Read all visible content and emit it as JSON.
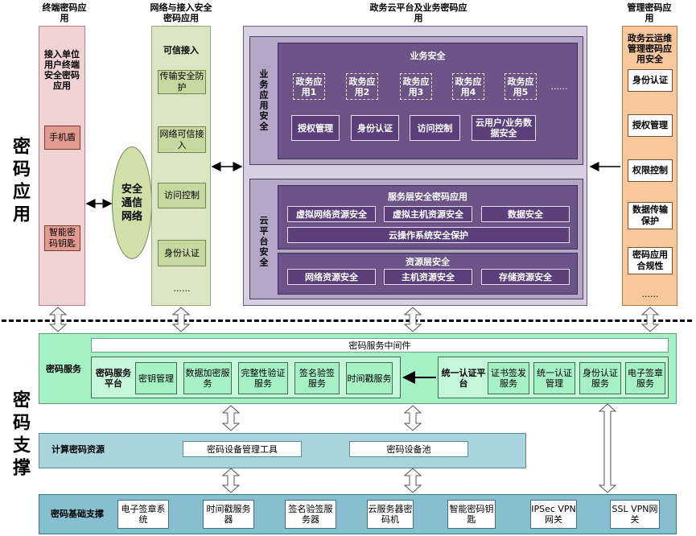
{
  "side_labels": {
    "upper": "密码应用",
    "lower": "密码支撑"
  },
  "col_titles": {
    "terminal": "终端密码应用",
    "network": "网络与接入安全密码应用",
    "gov": "政务云平台及业务密码应用",
    "mgmt": "管理密码应用"
  },
  "terminal": {
    "heading": "接入单位用户终端安全密码应用",
    "items": [
      "手机盾",
      "智能密码钥匙"
    ]
  },
  "network": {
    "heading": "可信接入",
    "items": [
      "传输安全防护",
      "网络可信接入",
      "访问控制",
      "身份认证",
      "......"
    ]
  },
  "ellipse": "安全通信网络",
  "gov": {
    "business_label": "业务应用安全",
    "business_title": "业务安全",
    "apps": [
      "政务应用1",
      "政务应用2",
      "政务应用3",
      "政务应用4",
      "政务应用5"
    ],
    "apps_more": "......",
    "biz_items": [
      "授权管理",
      "身份认证",
      "访问控制",
      "云用户/业务数据安全"
    ],
    "cloud_label": "云平台安全",
    "service_layer_title": "服务层安全密码应用",
    "service_items": [
      "虚拟网络资源安全",
      "虚拟主机资源安全",
      "数据安全"
    ],
    "os_item": "云操作系统安全保护",
    "resource_layer_title": "资源层安全",
    "resource_items": [
      "网络资源安全",
      "主机资源安全",
      "存储资源安全"
    ]
  },
  "mgmt": {
    "heading": "政务云运维管理密码应用安全",
    "items": [
      "身份认证",
      "授权管理",
      "权限控制",
      "数据传输保护",
      "密码应用合规性",
      "......"
    ]
  },
  "services": {
    "label": "密码服务",
    "middleware": "密码服务中间件",
    "platform_label": "密码服务平台",
    "platform_items": [
      "密钥管理",
      "数据加密服务",
      "完整性验证服务",
      "签名验签服务",
      "时间戳服务"
    ],
    "auth_label": "统一认证平台",
    "auth_items": [
      "证书签发服务",
      "统一认证管理",
      "身份认证服务",
      "电子签章服务"
    ]
  },
  "compute": {
    "label": "计算密码资源",
    "items": [
      "密码设备管理工具",
      "密码设备池"
    ]
  },
  "base": {
    "label": "密码基础支撑",
    "items": [
      "电子签章系统",
      "时间戳服务器",
      "签名验签服务器",
      "云服务器密码机",
      "智能密码钥匙",
      "IPSec VPN网关",
      "SSL VPN网关"
    ]
  },
  "colors": {
    "terminal_bg": "#f1d3d3",
    "network_bg": "#dbe7c4",
    "gov_bg": "#d8cfe3",
    "gov_dark": "#6d5488",
    "mgmt_bg": "#f6c89b",
    "services_bg": "#a6f0c6",
    "compute_bg": "#a8d4de",
    "base_bg": "#86bfcf"
  }
}
